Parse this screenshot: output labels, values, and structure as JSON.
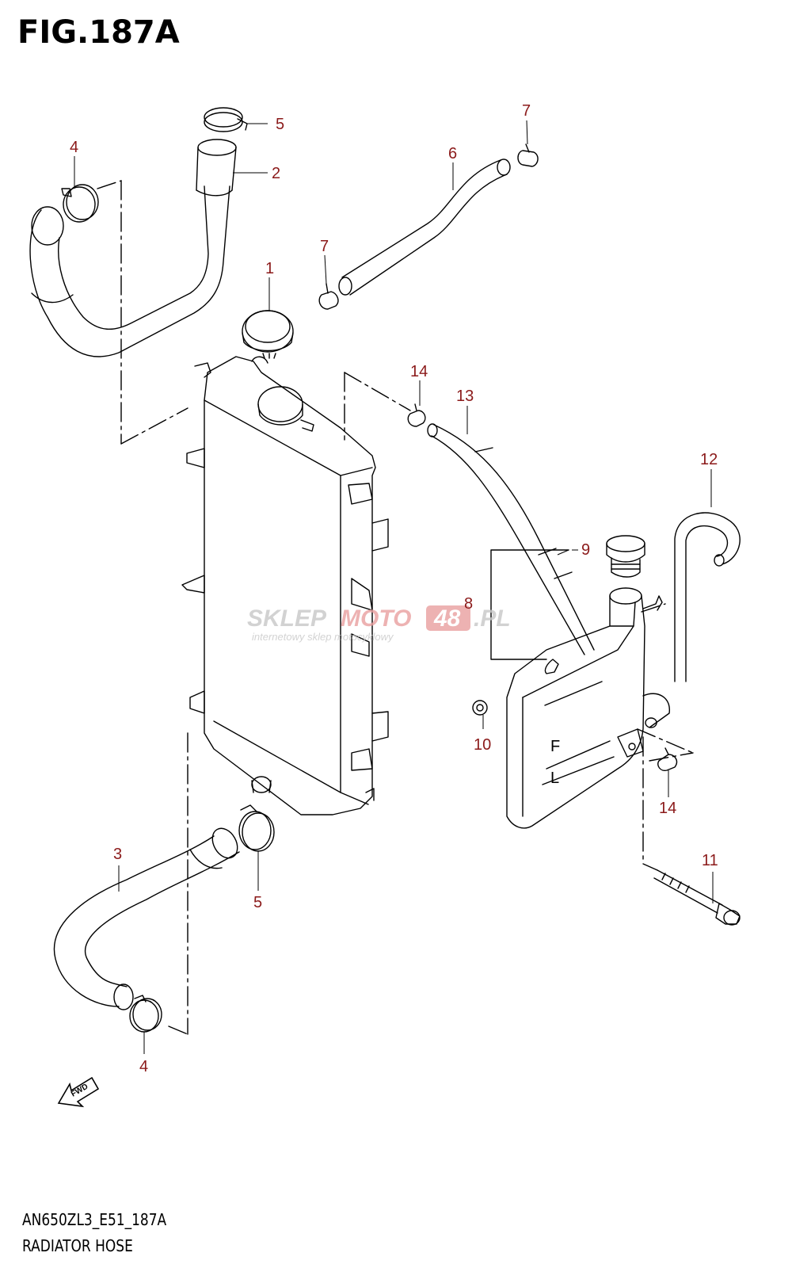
{
  "figure": {
    "title": "FIG.187A",
    "model_code": "AN650ZL3_E51_187A",
    "subtitle": "RADIATOR HOSE"
  },
  "watermark": {
    "brand_a": "SKLEP",
    "brand_b": "MOTO",
    "brand_c": "48",
    "brand_d": ".PL",
    "tagline": "internetowy sklep motocyklowy"
  },
  "direction_arrow": {
    "label": "FWD"
  },
  "reservoir_marks": {
    "full": "F",
    "low": "L"
  },
  "callouts": [
    {
      "id": "c1",
      "label": "1"
    },
    {
      "id": "c2",
      "label": "2"
    },
    {
      "id": "c3",
      "label": "3"
    },
    {
      "id": "c4a",
      "label": "4"
    },
    {
      "id": "c4b",
      "label": "4"
    },
    {
      "id": "c5a",
      "label": "5"
    },
    {
      "id": "c5b",
      "label": "5"
    },
    {
      "id": "c6",
      "label": "6"
    },
    {
      "id": "c7a",
      "label": "7"
    },
    {
      "id": "c7b",
      "label": "7"
    },
    {
      "id": "c8",
      "label": "8"
    },
    {
      "id": "c9",
      "label": "9"
    },
    {
      "id": "c10",
      "label": "10"
    },
    {
      "id": "c11",
      "label": "11"
    },
    {
      "id": "c12",
      "label": "12"
    },
    {
      "id": "c13",
      "label": "13"
    },
    {
      "id": "c14a",
      "label": "14"
    },
    {
      "id": "c14b",
      "label": "14"
    }
  ],
  "colors": {
    "callout": "#8b1a1a",
    "line": "#000000",
    "watermark_grey": "#c8c8c8",
    "watermark_red": "#e9a0a0"
  }
}
